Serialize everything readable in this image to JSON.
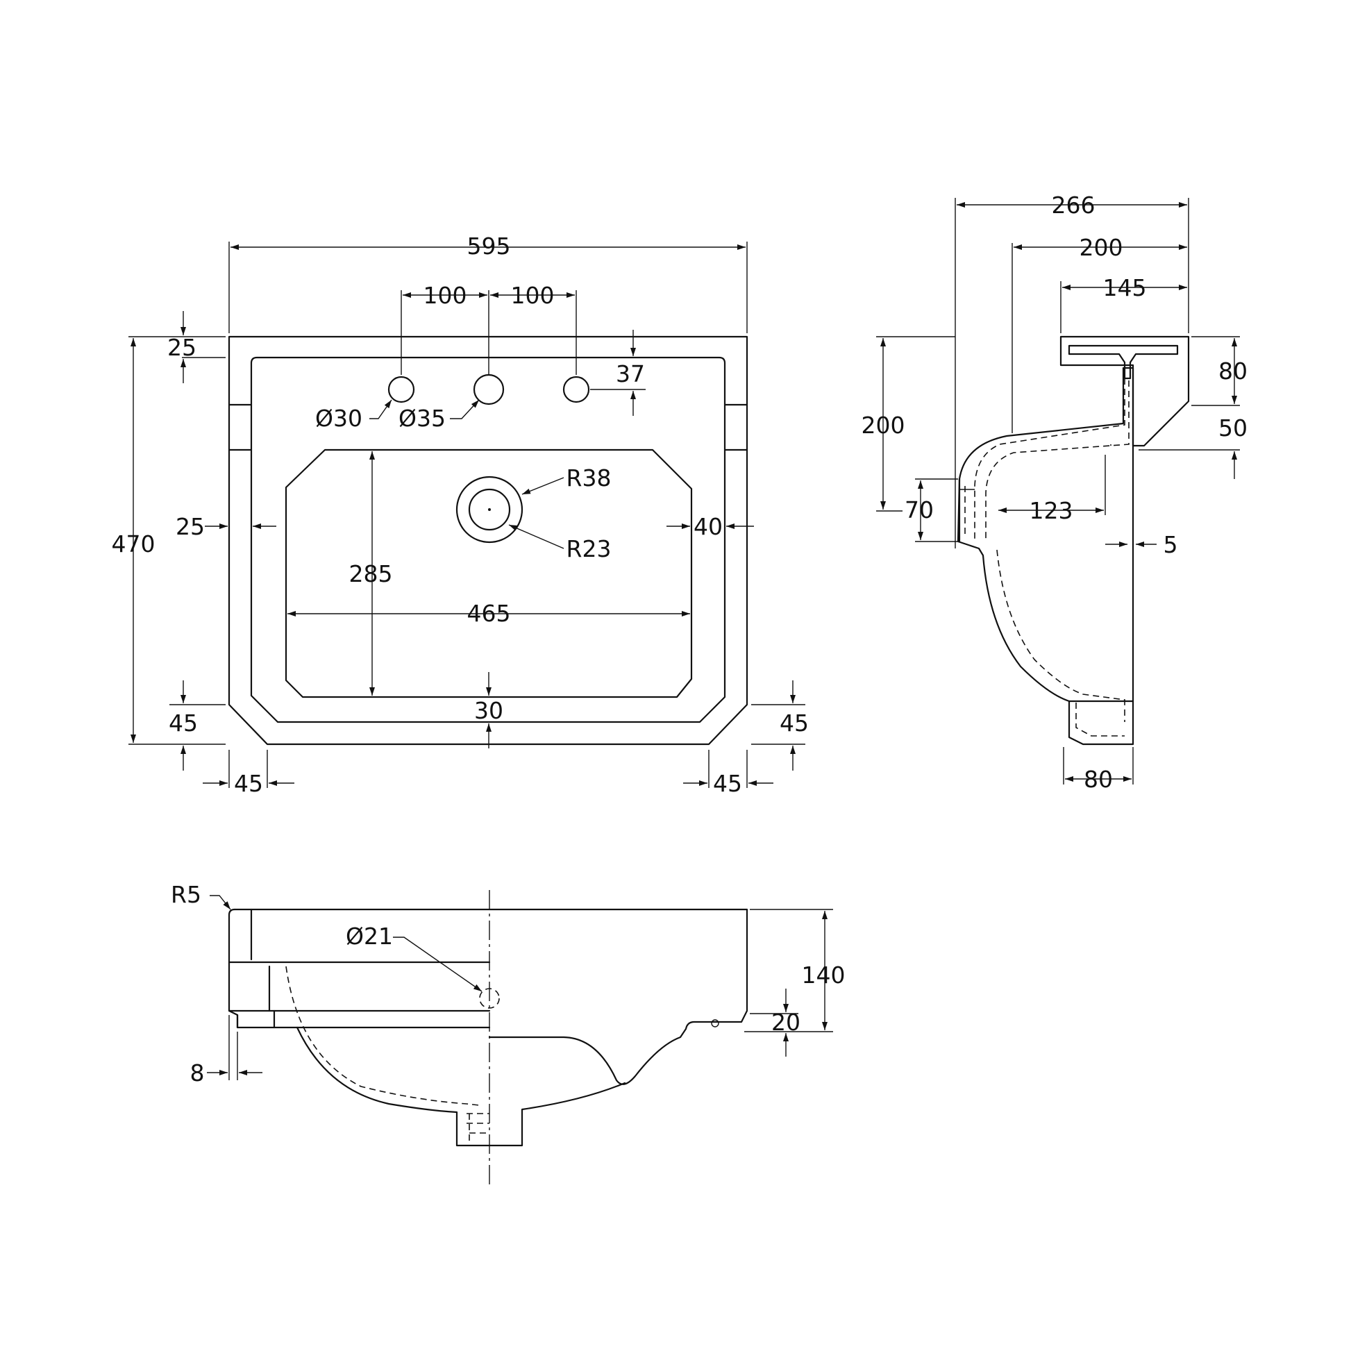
{
  "colors": {
    "ink": "#111111",
    "background": "#ffffff"
  },
  "plan": {
    "overall_width": "595",
    "tap_spacing_left": "100",
    "tap_spacing_right": "100",
    "rim_top": "25",
    "tap_offset": "37",
    "tap_hole_small": "Ø30",
    "tap_hole_large": "Ø35",
    "waste_outer": "R38",
    "waste_inner": "R23",
    "overall_depth": "470",
    "rim_left": "25",
    "rim_right": "40",
    "bowl_depth": "285",
    "bowl_width": "465",
    "front_rim": "30",
    "chamfer_left_vertical": "45",
    "chamfer_right_vertical": "45",
    "chamfer_left_horizontal": "45",
    "chamfer_right_horizontal": "45"
  },
  "side": {
    "overall_depth": "266",
    "depth_mid": "200",
    "depth_top": "145",
    "top_height": "80",
    "step_height": "50",
    "height": "200",
    "overflow_height": "70",
    "overflow_width": "123",
    "wall_thickness": "5",
    "base_width": "80"
  },
  "front": {
    "corner_radius": "R5",
    "overflow_hole": "Ø21",
    "height": "140",
    "foot_height": "20",
    "edge_offset": "8"
  }
}
